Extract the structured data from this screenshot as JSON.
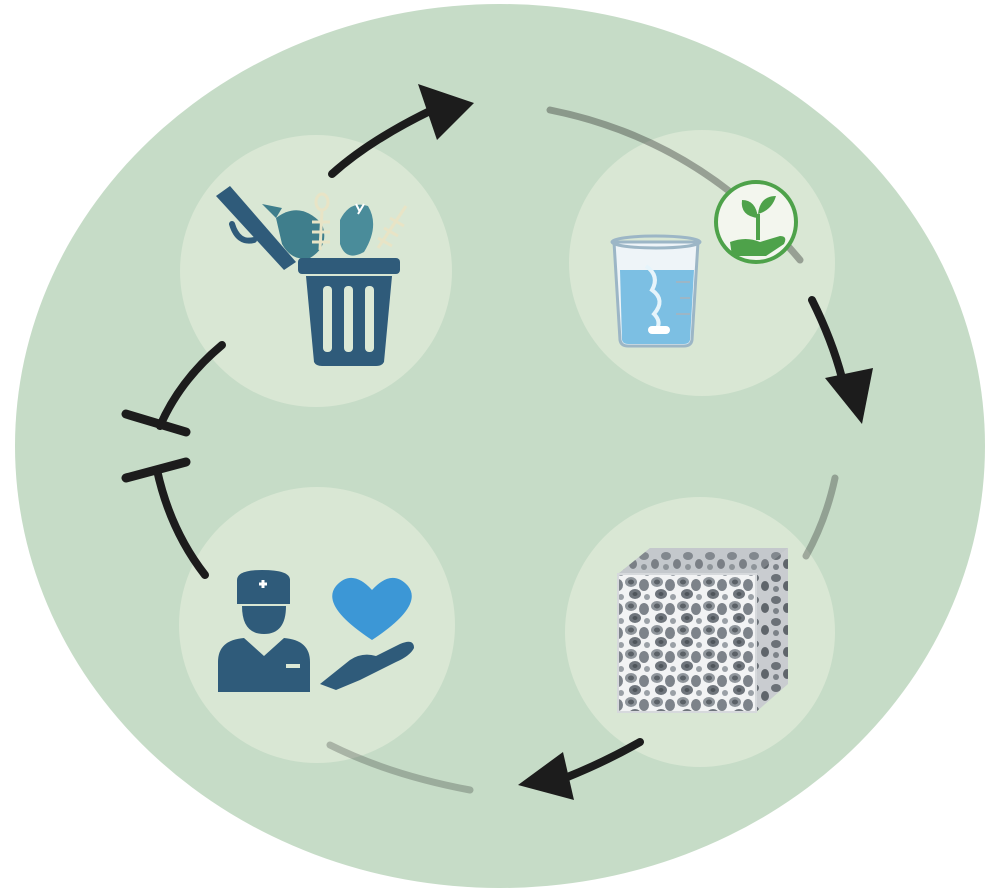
{
  "colors": {
    "background_disc": "#c6dcc7",
    "node_circle": "#dce9d6",
    "cycle_arrow": "#1c1c1c",
    "icon_navy": "#2f5b7a",
    "fish_teal": "#3f7e8c",
    "water_blue": "#5fb2dd",
    "heart_blue": "#3c97d6",
    "plant_green": "#4ea24a",
    "foam_gray": "#9ea3a8"
  },
  "nodes": [
    {
      "id": "fish-waste",
      "icon": "fish-waste-bin-icon"
    },
    {
      "id": "green-extraction",
      "icon": "beaker-stir-icon",
      "badge": "plant-in-hand-icon"
    },
    {
      "id": "porous-scaffold",
      "icon": "porous-scaffold-cube-icon"
    },
    {
      "id": "healthcare",
      "icon": "doctor-heart-care-icon"
    }
  ],
  "connectors": [
    {
      "from": "healthcare",
      "to": "fish-waste",
      "style": "arrow",
      "break": "inhibition-bars"
    },
    {
      "from": "fish-waste",
      "to": "green-extraction",
      "style": "arrow"
    },
    {
      "from": "green-extraction",
      "to": "porous-scaffold",
      "style": "arrow"
    },
    {
      "from": "porous-scaffold",
      "to": "healthcare",
      "style": "arrow"
    }
  ]
}
